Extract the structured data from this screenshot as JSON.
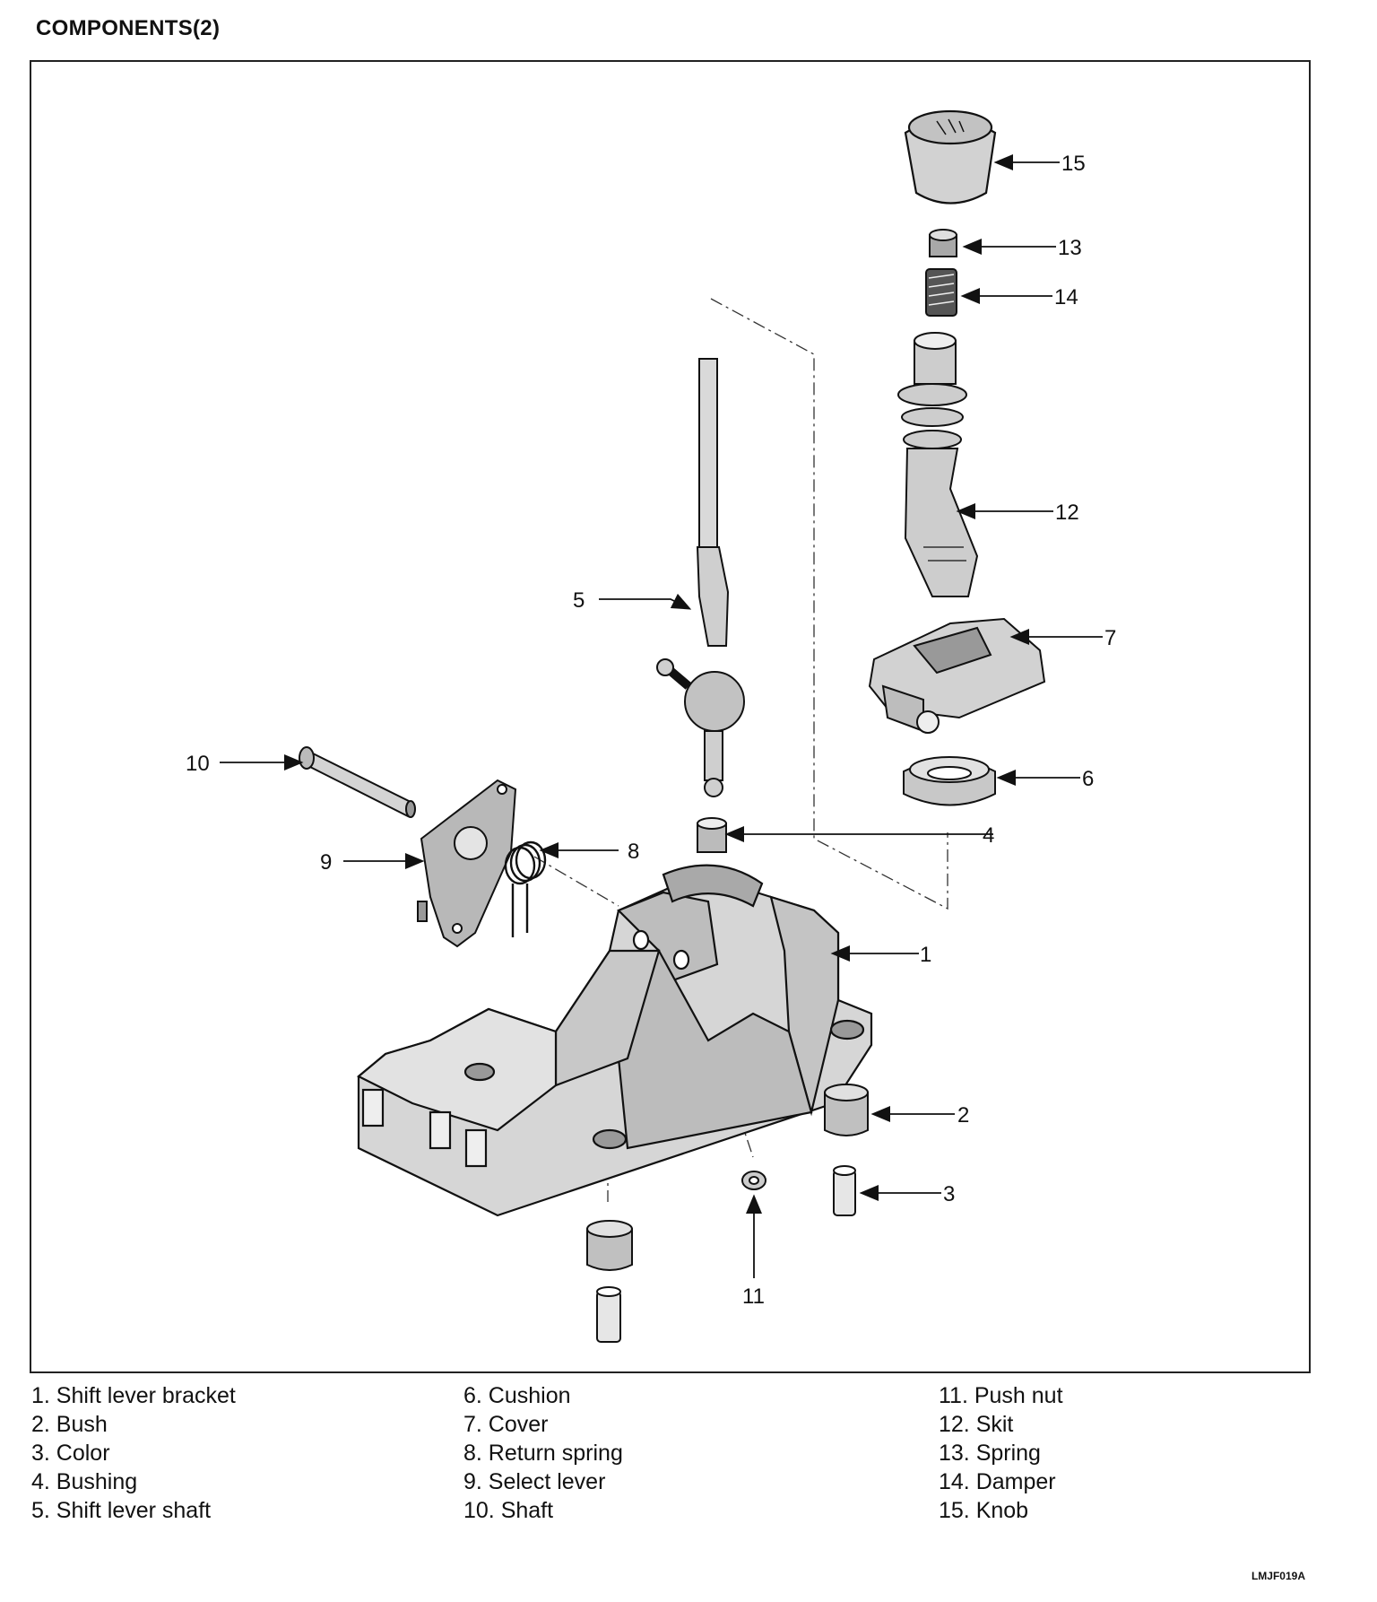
{
  "title": "COMPONENTS(2)",
  "callouts": [
    "1",
    "2",
    "3",
    "4",
    "5",
    "6",
    "7",
    "8",
    "9",
    "10",
    "11",
    "12",
    "13",
    "14",
    "15"
  ],
  "legend": {
    "col1": [
      "1. Shift lever bracket",
      "2. Bush",
      "3. Color",
      "4. Bushing",
      "5. Shift lever shaft"
    ],
    "col2": [
      "6. Cushion",
      "7. Cover",
      "8. Return spring",
      "9. Select lever",
      "10. Shaft"
    ],
    "col3": [
      "11. Push nut",
      "12. Skit",
      "13. Spring",
      "14. Damper",
      "15. Knob"
    ]
  },
  "figure_code": "LMJF019A"
}
